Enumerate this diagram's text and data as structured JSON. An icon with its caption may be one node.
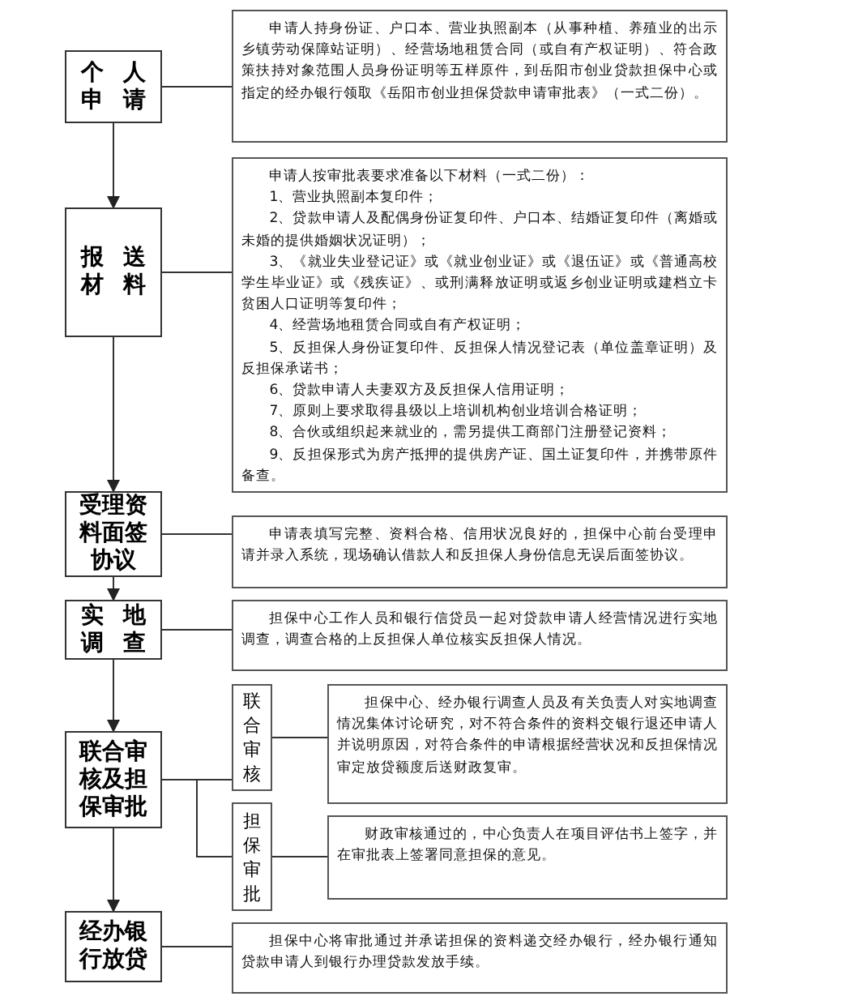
{
  "diagram": {
    "nodes": [
      {
        "text": [
          "个人申请"
        ]
      },
      {
        "text": [
          "申请人持身份证、户口本、营业执照副本（从事种植、养殖业的出示乡镇劳动保障站证明）、经营场地租赁合同（或自有产权证明）、符合政策扶持对象范围人员身份证明等五样原件，到岳阳市创业贷款担保中心或指定的经办银行领取《岳阳市创业担保贷款申请审批表》（一式二份）。"
        ]
      },
      {
        "text": [
          "报送材料"
        ]
      },
      {
        "text": [
          "申请人按审批表要求准备以下材料（一式二份）：",
          "1、营业执照副本复印件；",
          "2、贷款申请人及配偶身份证复印件、户口本、结婚证复印件（离婚或未婚的提供婚姻状况证明）；",
          "3、《就业失业登记证》或《就业创业证》或《退伍证》或《普通高校学生毕业证》或《残疾证》、或刑满释放证明或返乡创业证明或建档立卡贫困人口证明等复印件；",
          "4、经营场地租赁合同或自有产权证明；",
          "5、反担保人身份证复印件、反担保人情况登记表（单位盖章证明）及反担保承诺书；",
          "6、贷款申请人夫妻双方及反担保人信用证明；",
          "7、原则上要求取得县级以上培训机构创业培训合格证明；",
          "8、合伙或组织起来就业的，需另提供工商部门注册登记资料；",
          "9、反担保形式为房产抵押的提供房产证、国土证复印件，并携带原件备查。"
        ]
      },
      {
        "text": [
          "受理资料面签协议"
        ]
      },
      {
        "text": [
          "申请表填写完整、资料合格、信用状况良好的，担保中心前台受理申请并录入系统，现场确认借款人和反担保人身份信息无误后面签协议。"
        ]
      },
      {
        "text": [
          "实地调查"
        ]
      },
      {
        "text": [
          "担保中心工作人员和银行信贷员一起对贷款申请人经营情况进行实地调查，调查合格的上反担保人单位核实反担保人情况。"
        ]
      },
      {
        "text": [
          "联合审核及担保审批"
        ]
      },
      {
        "text": [
          "联合审核"
        ]
      },
      {
        "text": [
          "担保中心、经办银行调查人员及有关负责人对实地调查情况集体讨论研究，对不符合条件的资料交银行退还申请人并说明原因，对符合条件的申请根据经营状况和反担保情况审定放贷额度后送财政复审。"
        ]
      },
      {
        "text": [
          "担保审批"
        ]
      },
      {
        "text": [
          "财政审核通过的，中心负责人在项目评估书上签字，并在审批表上签署同意担保的意见。"
        ]
      },
      {
        "text": [
          "经办银行放贷"
        ]
      },
      {
        "text": [
          "担保中心将审批通过并承诺担保的资料递交经办银行，经办银行通知贷款申请人到银行办理贷款发放手续。"
        ]
      }
    ],
    "edges": [
      {
        "from": 0,
        "to": 1,
        "arrow": "none"
      },
      {
        "from": 0,
        "to": 2,
        "arrow": "to"
      },
      {
        "from": 2,
        "to": 3,
        "arrow": "none"
      },
      {
        "from": 2,
        "to": 4,
        "arrow": "to"
      },
      {
        "from": 4,
        "to": 5,
        "arrow": "none"
      },
      {
        "from": 4,
        "to": 6,
        "arrow": "to"
      },
      {
        "from": 6,
        "to": 7,
        "arrow": "none"
      },
      {
        "from": 6,
        "to": 8,
        "arrow": "to"
      },
      {
        "from": 8,
        "to": 9,
        "arrow": "none"
      },
      {
        "from": 8,
        "to": 11,
        "arrow": "none"
      },
      {
        "from": 9,
        "to": 10,
        "arrow": "none"
      },
      {
        "from": 11,
        "to": 12,
        "arrow": "none"
      },
      {
        "from": 8,
        "to": 13,
        "arrow": "to"
      },
      {
        "from": 13,
        "to": 14,
        "arrow": "none"
      }
    ]
  }
}
